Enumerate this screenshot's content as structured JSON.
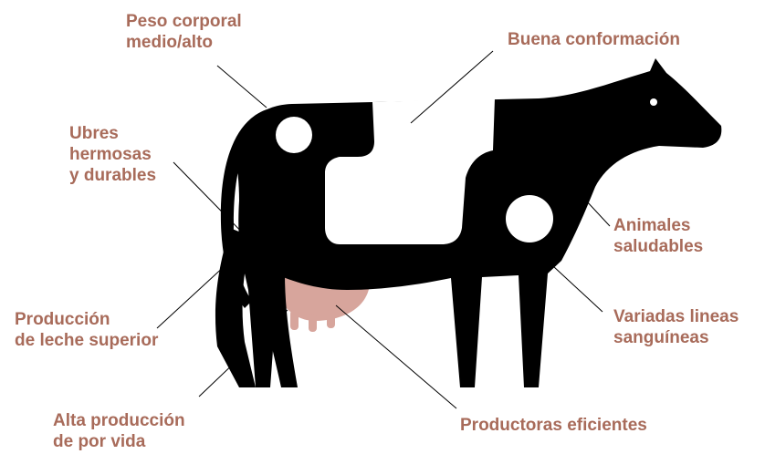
{
  "colors": {
    "label": "#a86b5a",
    "cow": "#000000",
    "udder": "#d7a59c",
    "leader": "#000000",
    "background": "#ffffff"
  },
  "labels": {
    "peso": [
      "Peso corporal",
      "medio/alto"
    ],
    "conformacion": [
      "Buena conformación"
    ],
    "ubres": [
      "Ubres",
      "hermosas",
      "y durables"
    ],
    "saludables": [
      "Animales",
      "saludables"
    ],
    "produccion_leche": [
      "Producción",
      "de leche superior"
    ],
    "lineas": [
      "Variadas lineas",
      "sanguíneas"
    ],
    "alta_produccion": [
      "Alta producción",
      "de por vida"
    ],
    "eficientes": [
      "Productoras eficientes"
    ]
  }
}
